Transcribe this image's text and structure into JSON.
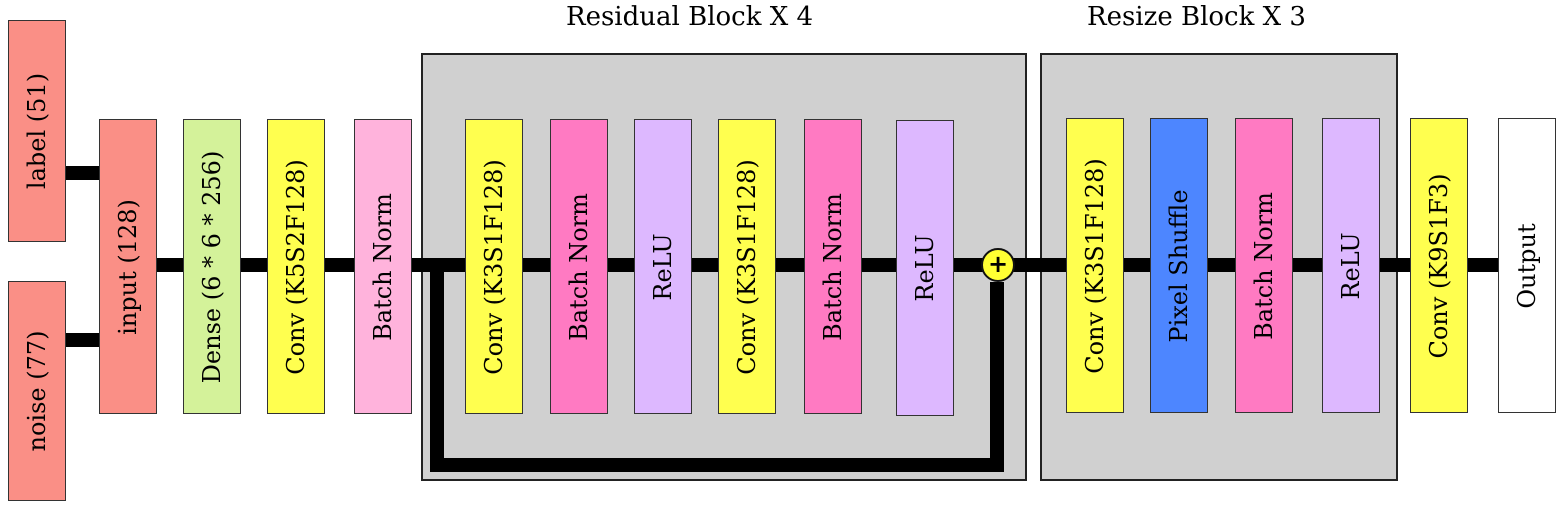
{
  "residual_group": {
    "title": "Residual Block X 4",
    "fill": "#d0d0d0"
  },
  "resize_group": {
    "title": "Resize Block X 3",
    "fill": "#d0d0d0"
  },
  "add_node": {
    "symbol": "+",
    "color": "#ffff33"
  },
  "layers": {
    "label": {
      "text": "label (51)",
      "color": "#fa8f86"
    },
    "noise": {
      "text": "noise (77)",
      "color": "#fa8f86"
    },
    "input": {
      "text": "input (128)",
      "color": "#fa8f86"
    },
    "dense": {
      "text": "Dense (6 * 6 * 256)",
      "color": "#d4f29a"
    },
    "conv1": {
      "text": "Conv (K5S2F128)",
      "color": "#ffff4f"
    },
    "bn1": {
      "text": "Batch Norm",
      "color": "#ffb3dc"
    },
    "res_conv1": {
      "text": "Conv (K3S1F128)",
      "color": "#ffff4f"
    },
    "res_bn1": {
      "text": "Batch Norm",
      "color": "#ff7ac2"
    },
    "res_relu1": {
      "text": "ReLU",
      "color": "#ddb8ff"
    },
    "res_conv2": {
      "text": "Conv (K3S1F128)",
      "color": "#ffff4f"
    },
    "res_bn2": {
      "text": "Batch Norm",
      "color": "#ff7ac2"
    },
    "res_relu2": {
      "text": "ReLU",
      "color": "#ddb8ff"
    },
    "rs_conv": {
      "text": "Conv (K3S1F128)",
      "color": "#ffff4f"
    },
    "rs_shuffle": {
      "text": "Pixel Shuffle",
      "color": "#4d86ff"
    },
    "rs_bn": {
      "text": "Batch Norm",
      "color": "#ff7ac2"
    },
    "rs_relu": {
      "text": "ReLU",
      "color": "#ddb8ff"
    },
    "final_conv": {
      "text": "Conv (K9S1F3)",
      "color": "#ffff4f"
    },
    "output": {
      "text": "Output",
      "color": "#ffffff"
    }
  }
}
